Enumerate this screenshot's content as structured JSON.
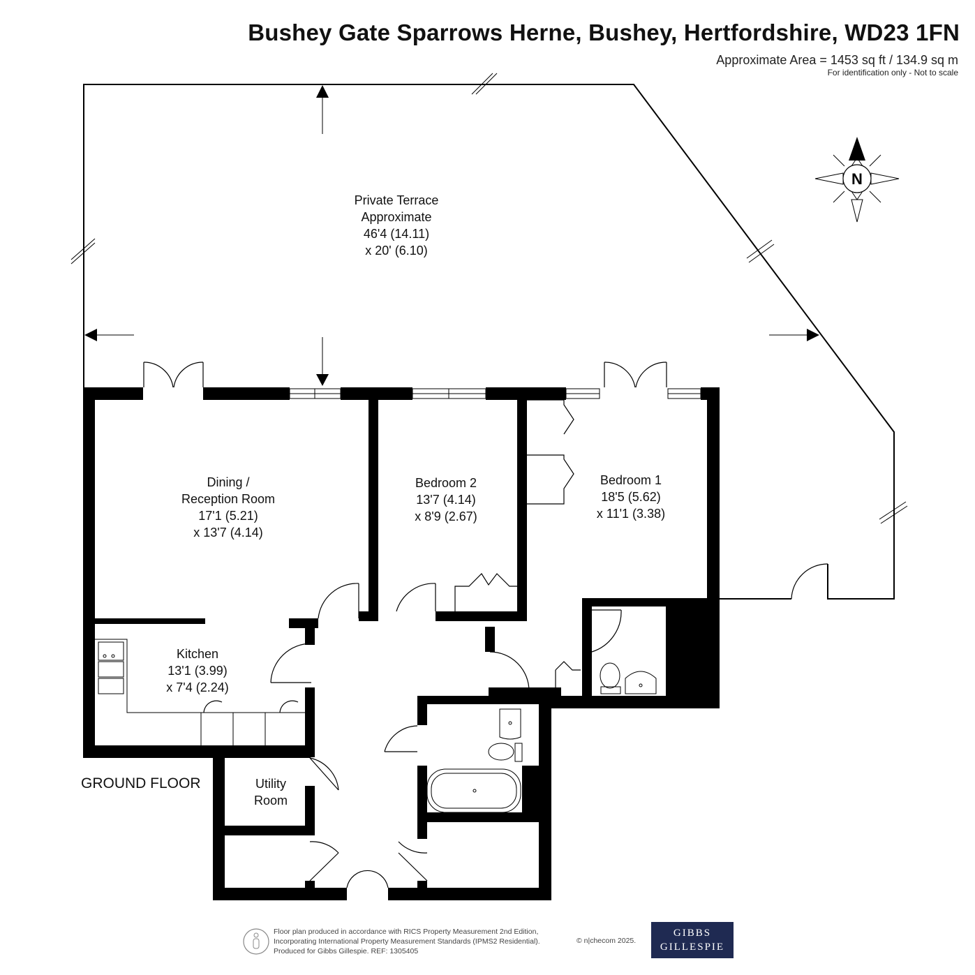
{
  "header": {
    "title": "Bushey Gate Sparrows Herne, Bushey, Hertfordshire, WD23 1FN",
    "area": "Approximate Area = 1453 sq ft / 134.9 sq m",
    "note": "For identification only - Not to scale"
  },
  "compass": {
    "letter": "N",
    "icon": "compass-rose-icon"
  },
  "rooms": {
    "terrace": [
      "Private Terrace",
      "Approximate",
      "46'4 (14.11)",
      "x 20' (6.10)"
    ],
    "dining": [
      "Dining /",
      "Reception Room",
      "17'1 (5.21)",
      "x 13'7 (4.14)"
    ],
    "bedroom2": [
      "Bedroom 2",
      "13'7 (4.14)",
      "x 8'9 (2.67)"
    ],
    "bedroom1": [
      "Bedroom 1",
      "18'5 (5.62)",
      "x 11'1 (3.38)"
    ],
    "kitchen": [
      "Kitchen",
      "13'1 (3.99)",
      "x 7'4 (2.24)"
    ],
    "utility": [
      "Utility",
      "Room"
    ]
  },
  "floor_label": "GROUND FLOOR",
  "footer": {
    "lines": [
      "Floor plan produced in accordance with RICS Property Measurement 2nd Edition,",
      "Incorporating International Property Measurement Standards (IPMS2 Residential).",
      "Produced for Gibbs Gillespie.   REF:  1305405"
    ],
    "copyright": "© n|checom 2025.",
    "logo_lines": [
      "GIBBS",
      "GILLESPIE"
    ],
    "logo_color": "#1f2a52",
    "badge_icon": "person-measurement-icon"
  }
}
